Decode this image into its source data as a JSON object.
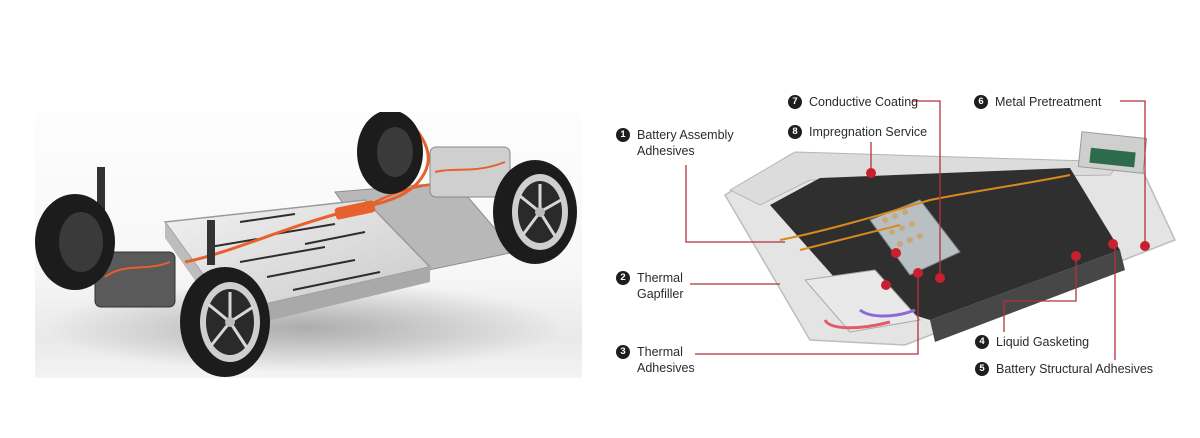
{
  "left_image": {
    "subject": "EV skateboard chassis with battery pack, wheels, motors and orange high-voltage cabling",
    "colors": {
      "cable": "#e8602c",
      "tire": "#1c1c1c",
      "battery": "#d9d9d9"
    }
  },
  "right_diagram": {
    "subject": "Cutaway EV battery pack with numbered application callouts",
    "leader_color": "#b5303f",
    "dot_color": "#c8202e",
    "callouts": [
      {
        "number": "1",
        "line1": "Battery Assembly",
        "line2": "Adhesives"
      },
      {
        "number": "2",
        "line1": "Thermal",
        "line2": "Gapfiller"
      },
      {
        "number": "3",
        "line1": "Thermal",
        "line2": "Adhesives"
      },
      {
        "number": "4",
        "line1": "Liquid Gasketing",
        "line2": ""
      },
      {
        "number": "5",
        "line1": "Battery Structural Adhesives",
        "line2": ""
      },
      {
        "number": "6",
        "line1": "Metal Pretreatment",
        "line2": ""
      },
      {
        "number": "7",
        "line1": "Conductive Coating",
        "line2": ""
      },
      {
        "number": "8",
        "line1": "Impregnation Service",
        "line2": ""
      }
    ]
  }
}
